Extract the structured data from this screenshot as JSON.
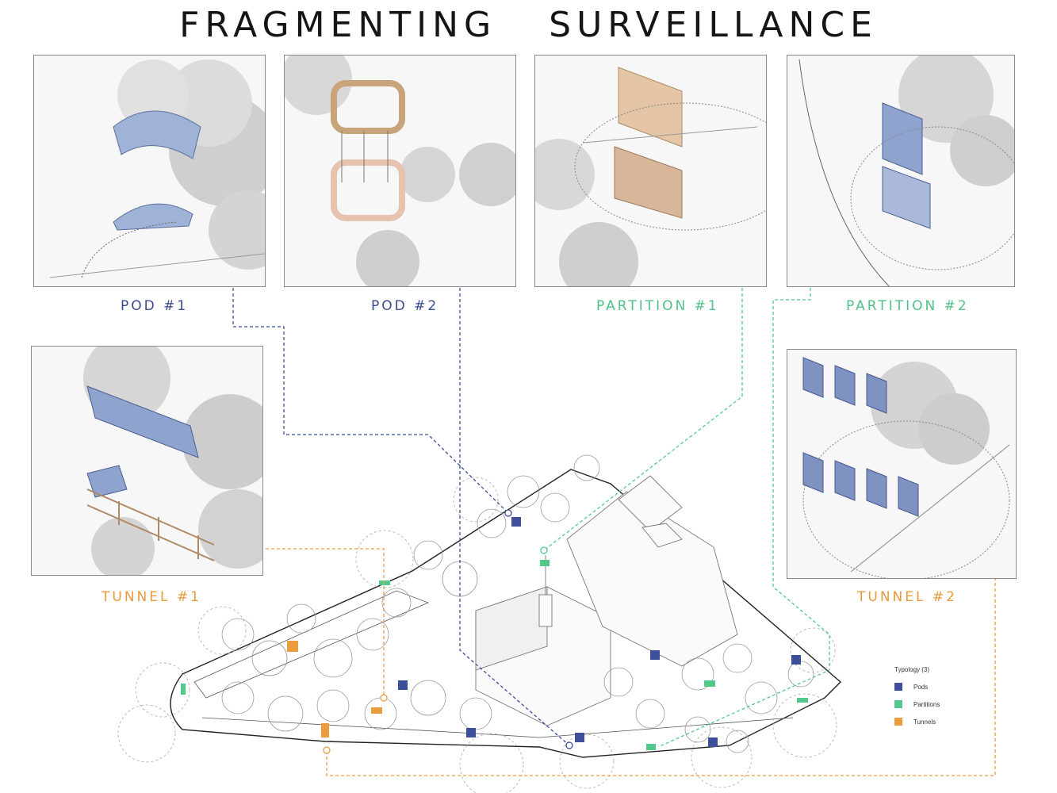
{
  "title": {
    "word1": "FRAGMENTING",
    "word2": "SURVEILLANCE"
  },
  "colors": {
    "pods": "#3d4e9a",
    "partitions": "#52c98b",
    "tunnels": "#eb9c3b",
    "line": "#222222"
  },
  "panels": {
    "pod1": {
      "label": "POD #1",
      "typology": "pods"
    },
    "pod2": {
      "label": "POD #2",
      "typology": "pods"
    },
    "partition1": {
      "label": "PARTITION #1",
      "typology": "partitions"
    },
    "partition2": {
      "label": "PARTITION #2",
      "typology": "partitions"
    },
    "tunnel1": {
      "label": "TUNNEL #1",
      "typology": "tunnels"
    },
    "tunnel2": {
      "label": "TUNNEL #2",
      "typology": "tunnels"
    }
  },
  "legend": {
    "title": "Typology (3)",
    "items": [
      {
        "label": "Pods",
        "color": "#3d4e9a"
      },
      {
        "label": "Partitions",
        "color": "#52c98b"
      },
      {
        "label": "Tunnels",
        "color": "#eb9c3b"
      }
    ]
  }
}
